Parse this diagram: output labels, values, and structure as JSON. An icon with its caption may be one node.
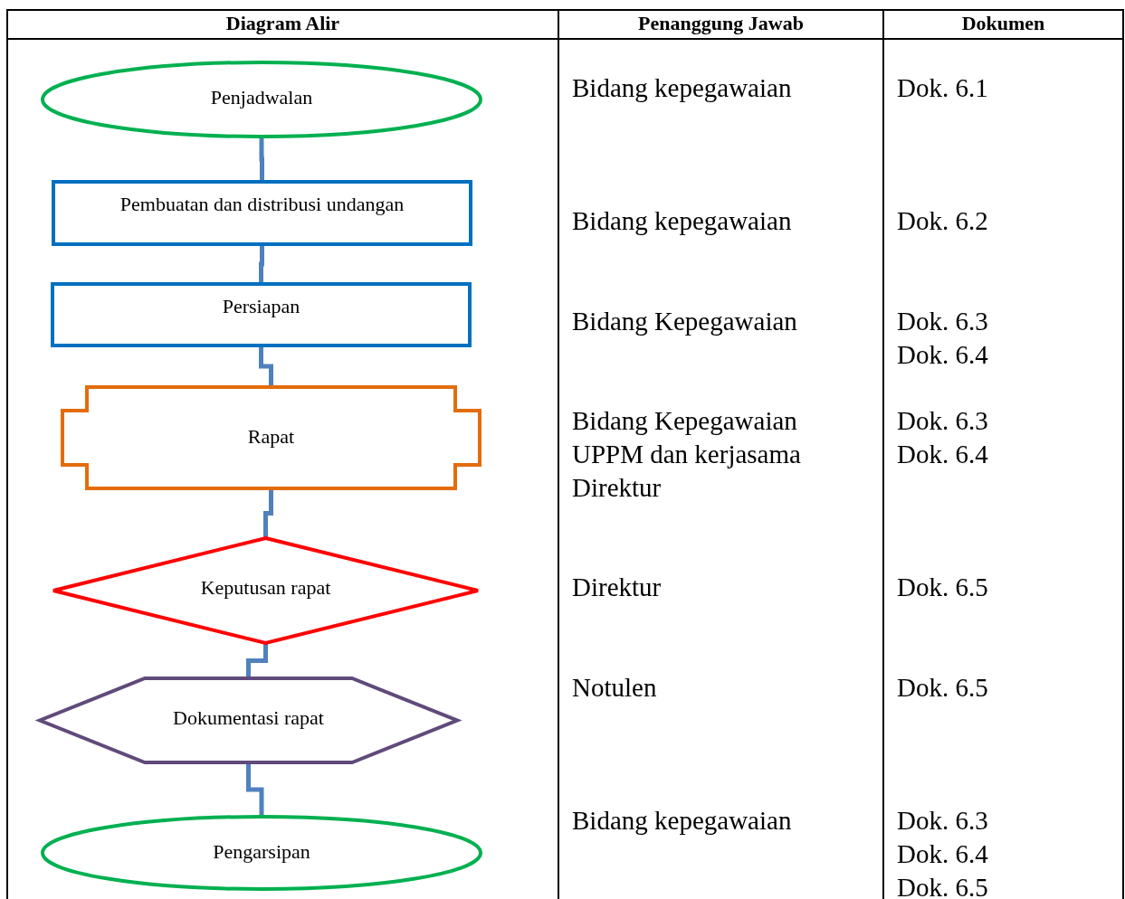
{
  "diagram": {
    "nodes": [
      {
        "text": [
          "Penjadwalan"
        ]
      },
      {
        "text": [
          "Pembuatan dan distribusi undangan"
        ]
      },
      {
        "text": [
          "Persiapan"
        ]
      },
      {
        "text": [
          "Rapat"
        ]
      },
      {
        "text": [
          "Keputusan rapat"
        ]
      },
      {
        "text": [
          "Dokumentasi rapat"
        ]
      },
      {
        "text": [
          "Pengarsipan"
        ]
      }
    ],
    "edges": [
      {
        "from": 0,
        "to": 1,
        "arrow": "none"
      },
      {
        "from": 1,
        "to": 2,
        "arrow": "none"
      },
      {
        "from": 2,
        "to": 3,
        "arrow": "none"
      },
      {
        "from": 3,
        "to": 4,
        "arrow": "none"
      },
      {
        "from": 4,
        "to": 5,
        "arrow": "none"
      },
      {
        "from": 5,
        "to": 6,
        "arrow": "none"
      }
    ],
    "labels": [
      "Diagram Alir",
      "Penanggung Jawab",
      "Dokumen",
      "Bidang kepegawaian",
      "Dok. 6.1",
      "Bidang kepegawaian",
      "Dok. 6.2",
      "Bidang Kepegawaian",
      "Dok. 6.3",
      "Dok. 6.4",
      "Bidang Kepegawaian",
      "Dok. 6.3",
      "UPPM dan kerjasama",
      "Dok. 6.4",
      "Direktur",
      "Direktur",
      "Dok. 6.5",
      "Notulen",
      "Dok. 6.5",
      "Bidang kepegawaian",
      "Dok. 6.3",
      "Dok. 6.4",
      "Dok. 6.5"
    ]
  }
}
